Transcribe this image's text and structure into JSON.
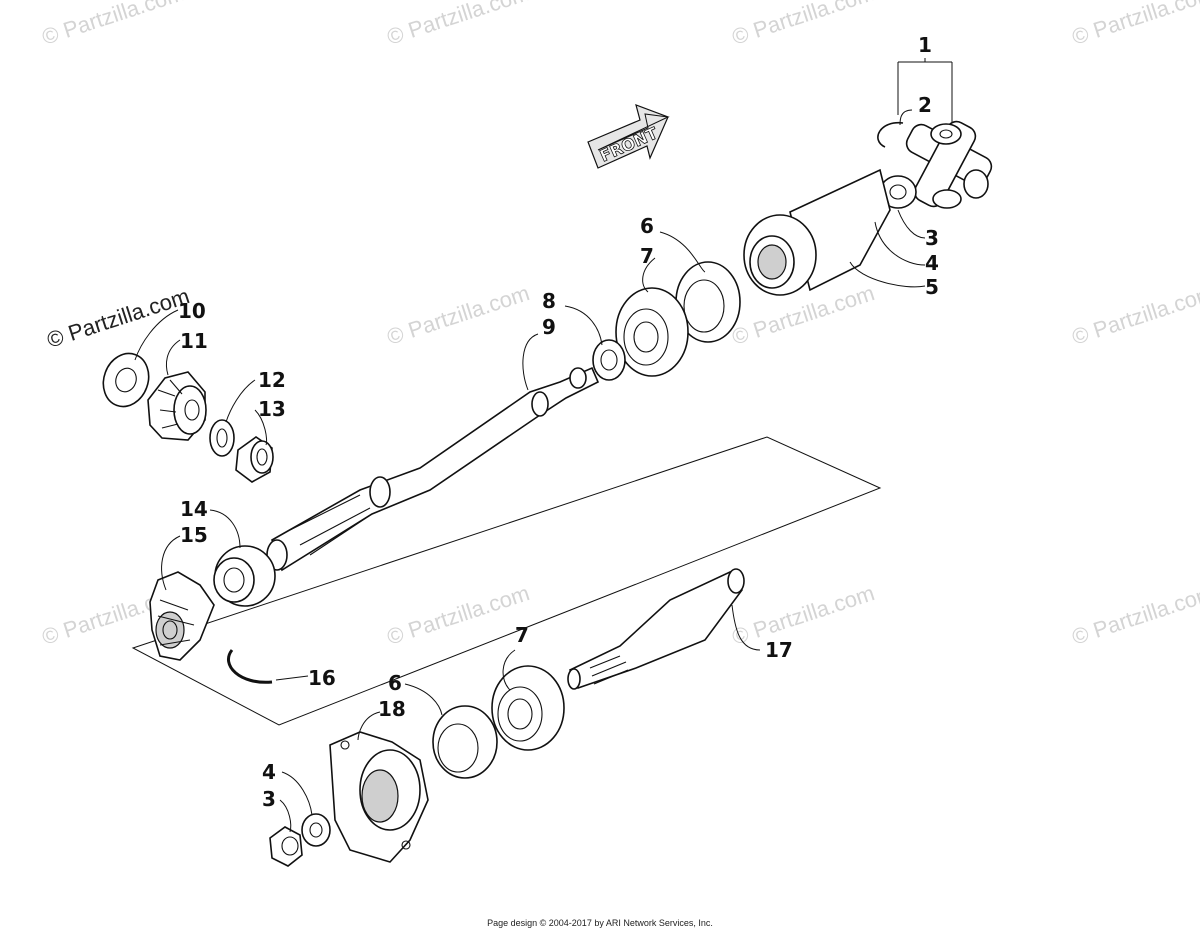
{
  "watermark": "© Partzilla.com",
  "front_label": "FRONT",
  "callouts": {
    "c1": "1",
    "c2": "2",
    "c3a": "3",
    "c4a": "4",
    "c5": "5",
    "c6a": "6",
    "c7a": "7",
    "c8": "8",
    "c9": "9",
    "c10": "10",
    "c11": "11",
    "c12": "12",
    "c13": "13",
    "c14": "14",
    "c15": "15",
    "c16": "16",
    "c17": "17",
    "c7b": "7",
    "c6b": "6",
    "c18": "18",
    "c4b": "4",
    "c3b": "3"
  },
  "footer": "Page design © 2004-2017 by ARI Network Services, Inc."
}
